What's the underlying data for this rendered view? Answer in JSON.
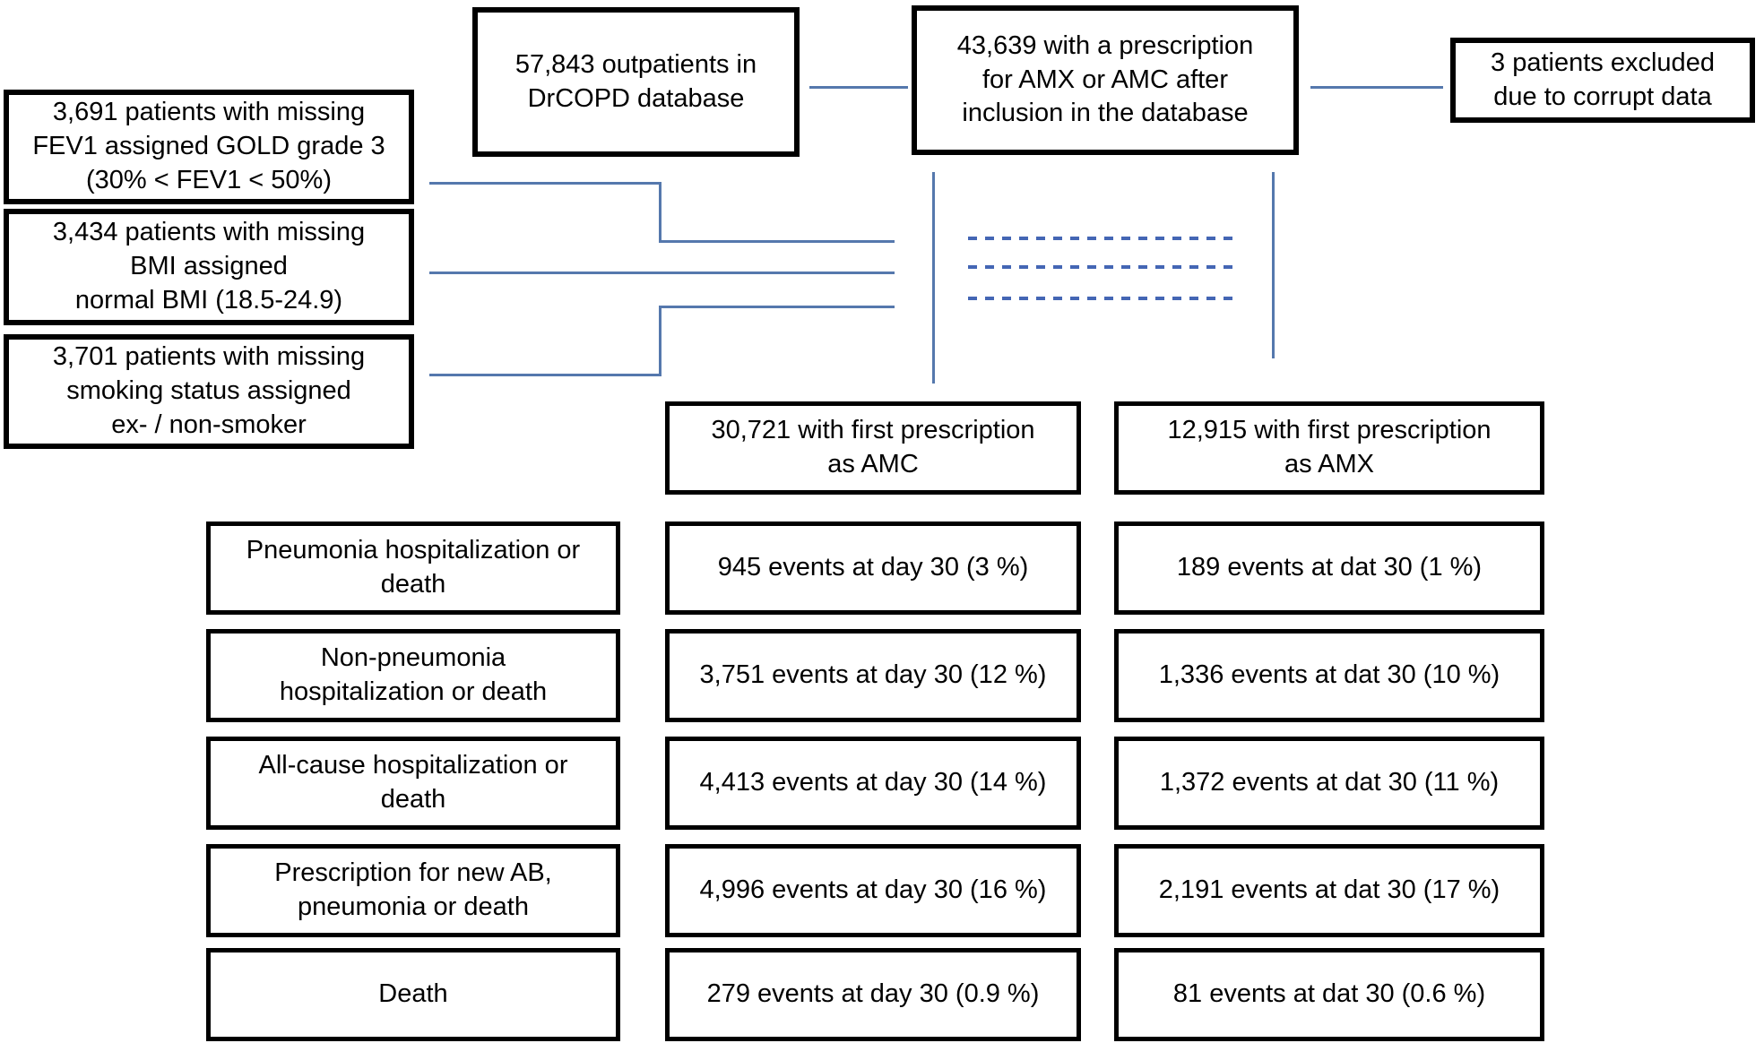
{
  "flowchart": {
    "boxes": {
      "database_total": "57,843 outpatients in\nDrCOPD database",
      "prescription_total": "43,639 with a prescription\nfor AMX or AMC after\ninclusion in the database",
      "excluded": "3 patients excluded\ndue to corrupt data",
      "missing_fev1": "3,691 patients with missing\nFEV1 assigned GOLD grade 3\n(30% < FEV1 < 50%)",
      "missing_bmi": "3,434 patients with missing\nBMI assigned\nnormal BMI (18.5-24.9)",
      "missing_smoking": "3,701 patients with missing\nsmoking status assigned\nex- / non-smoker",
      "amc_group": "30,721 with first prescription\nas AMC",
      "amx_group": "12,915 with first prescription\nas AMX"
    },
    "outcome_rows": [
      {
        "label": "Pneumonia hospitalization or\ndeath",
        "amc": "945 events at day 30 (3 %)",
        "amx": "189 events at dat 30 (1 %)"
      },
      {
        "label": "Non-pneumonia\nhospitalization or death",
        "amc": "3,751 events at day 30 (12 %)",
        "amx": "1,336 events at dat 30 (10 %)"
      },
      {
        "label": "All-cause hospitalization or\ndeath",
        "amc": "4,413 events at day 30 (14 %)",
        "amx": "1,372 events at dat 30 (11 %)"
      },
      {
        "label": "Prescription for new AB,\npneumonia or death",
        "amc": "4,996 events at day 30 (16 %)",
        "amx": "2,191 events at dat 30 (17 %)"
      },
      {
        "label": "Death",
        "amc": "279 events at day 30 (0.9 %)",
        "amx": "81 events at dat 30 (0.6 %)"
      }
    ],
    "colors": {
      "box_border": "#000000",
      "connector_solid": "#5578ad",
      "connector_dashed": "#4466b4",
      "background": "#ffffff"
    }
  }
}
